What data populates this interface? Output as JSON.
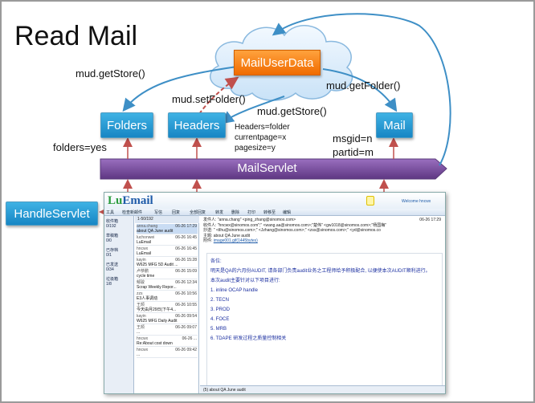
{
  "title": "Read Mail",
  "nodes": {
    "mail_user_data": "MailUserData",
    "folders": "Folders",
    "headers": "Headers",
    "mail": "Mail",
    "mail_servlet": "MailServlet",
    "handle_servlet": "HandleServlet"
  },
  "edge_labels": {
    "get_store_left": "mud.getStore()",
    "set_folder": "mud.setFolder()",
    "get_folder": "mud.getFolder()",
    "get_store_center": "mud.getStore()",
    "folders_yes": "folders=yes",
    "headers_params": [
      "Headers=folder",
      "currentpage=x",
      "pagesize=y"
    ],
    "mail_params": [
      "msgid=n",
      "partid=m"
    ]
  },
  "colors": {
    "node_blue": "#1b8ccb",
    "mud_orange": "#f57a0f",
    "servlet_purple": "#7a4a9a",
    "arrow_blue": "#3e8fc6",
    "arrow_red": "#c0504d"
  },
  "email_client": {
    "logo_a": "Lu",
    "logo_b": "Email",
    "welcome": "Welcome hncwx",
    "toolbar": [
      "工具",
      "检查新邮件",
      "写信",
      "回复",
      "全部回复",
      "转发",
      "删除",
      "打印",
      "转移至",
      "编辑"
    ],
    "folders": [
      {
        "name": "收件箱",
        "count": "0/192"
      },
      {
        "name": "草稿箱",
        "count": "0/0"
      },
      {
        "name": "已存档",
        "count": "0/1"
      },
      {
        "name": "已发送",
        "count": "0/34"
      },
      {
        "name": "垃圾箱",
        "count": "1/8"
      }
    ],
    "list_header": "1-50/192",
    "messages": [
      {
        "from": "anna.chang",
        "date": "06-26 17:29",
        "subject": "about QA June audit"
      },
      {
        "from": "luchonwei",
        "date": "06-26 16:45",
        "subject": "LuEmail"
      },
      {
        "from": "hncwx",
        "date": "06-26 16:45",
        "subject": "LuEmail"
      },
      {
        "from": "kayin",
        "date": "06-26 15:28",
        "subject": "W625 MFG 5D Audit ..."
      },
      {
        "from": "卢恭鹏",
        "date": "06-26 15:09",
        "subject": "cycle time"
      },
      {
        "from": "郁骏",
        "date": "06-26 12:34",
        "subject": "Scrap Weekly Repor..."
      },
      {
        "from": "zzs",
        "date": "06-26 10:56",
        "subject": "E3人事调动"
      },
      {
        "from": "王颉",
        "date": "06-26 10:55",
        "subject": "今天由月29日(下午4..."
      },
      {
        "from": "kayin",
        "date": "06-26 09:54",
        "subject": "W625 MFG Daily Audit"
      },
      {
        "from": "王颉",
        "date": "06-26 09:07",
        "subject": "..."
      },
      {
        "from": "hncwx",
        "date": "06-26 ...",
        "subject": "Re:About cost down"
      },
      {
        "from": "hncwx",
        "date": "06-26 09:42",
        "subject": "..."
      }
    ],
    "reader": {
      "from_label": "发件人:",
      "from_value": "\"anna.chang\" <ping_zhang@sinomos.com>",
      "date": "06-26 17:29",
      "to_label": "收件人:",
      "to_value": "\"hncwx@sinomos.com\";\" <wang.aa@sinomos.com>;\"楚伟\" <gw1018@sinomos.com>;\"杨国梅\"",
      "cc_label": "抄送:",
      "cc_value": "\" <tlhu@sinomos.com>;\" <Jzhang@sinomos.com>;\" <zss@sinomos.com>;\" <yd@sinomos.co",
      "subject_label": "主题:",
      "subject_value": "about QA June audit",
      "attach_label": "附件:",
      "attach_value": "image001.gif(1445bytes)",
      "body": [
        "各位:",
        "    明天是QA的六月份AUDIT, 请各部门负责audit业务之工程师给予积极配合, 以便使本次AUDIT顺利进行。",
        "    本次audit主要针对以下项目进行:",
        "    1.  inline OCAP handle",
        "    2.  TECN",
        "    3.  PROD",
        "    4.  FOCE",
        "    5.  MRB",
        "    6.  TDAPE 研发过程之质量控制相关"
      ]
    },
    "status_text": "(5) about QA June audit"
  }
}
